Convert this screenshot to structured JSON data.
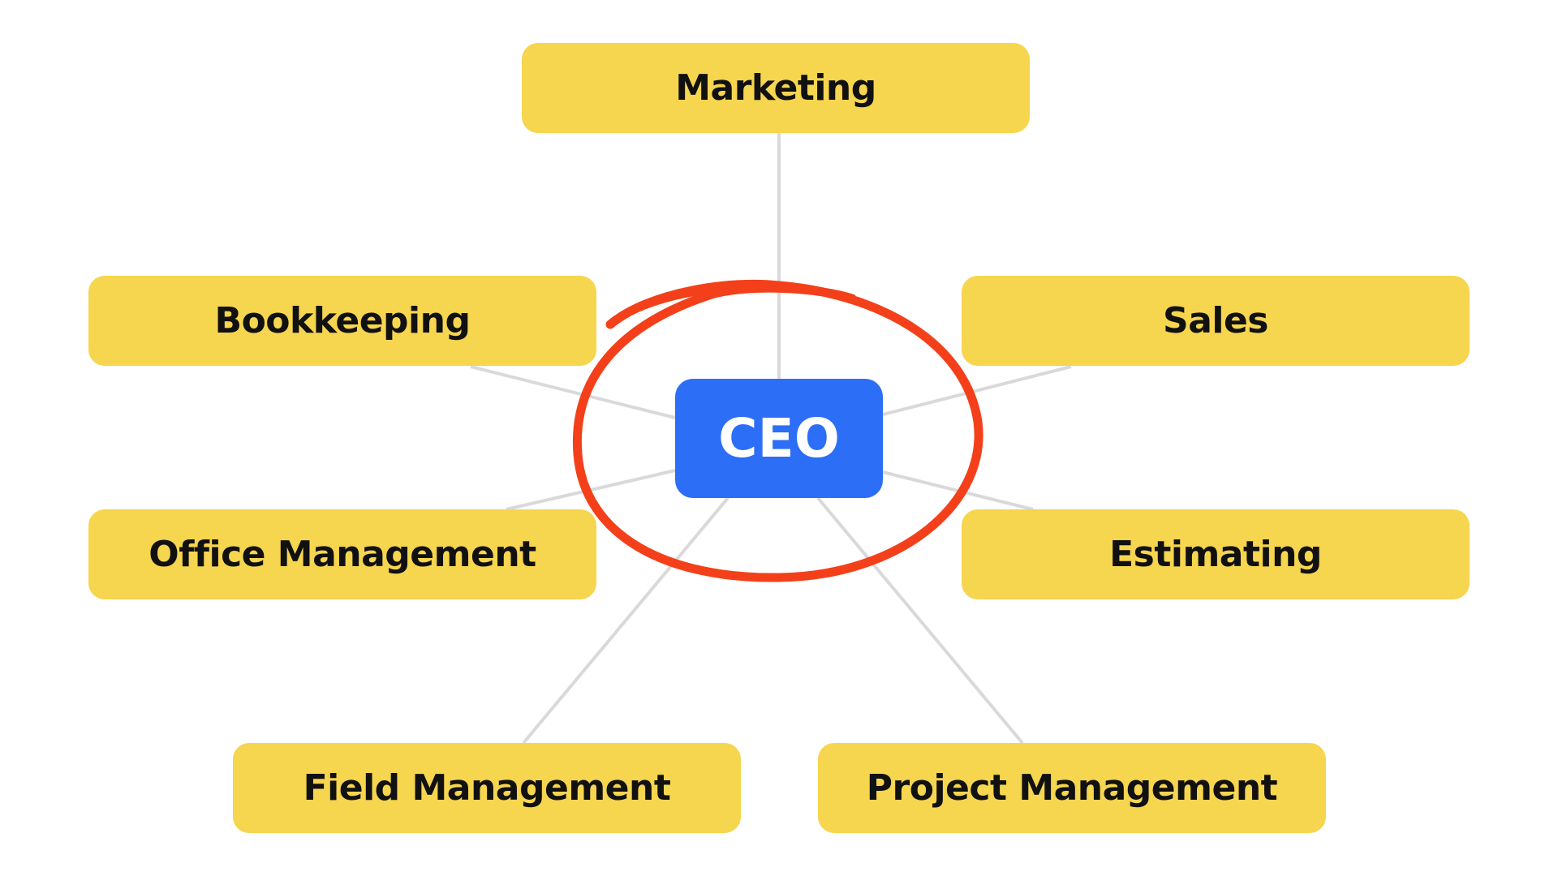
{
  "center": {
    "label": "CEO"
  },
  "departments": [
    {
      "label": "Marketing"
    },
    {
      "label": "Bookkeeping"
    },
    {
      "label": "Sales"
    },
    {
      "label": "Office Management"
    },
    {
      "label": "Estimating"
    },
    {
      "label": "Field Management"
    },
    {
      "label": "Project Management"
    }
  ],
  "colors": {
    "box": "#F6D54F",
    "center": "#2D6EF6",
    "highlight": "#F4401A",
    "connector": "#D9D9D9"
  }
}
